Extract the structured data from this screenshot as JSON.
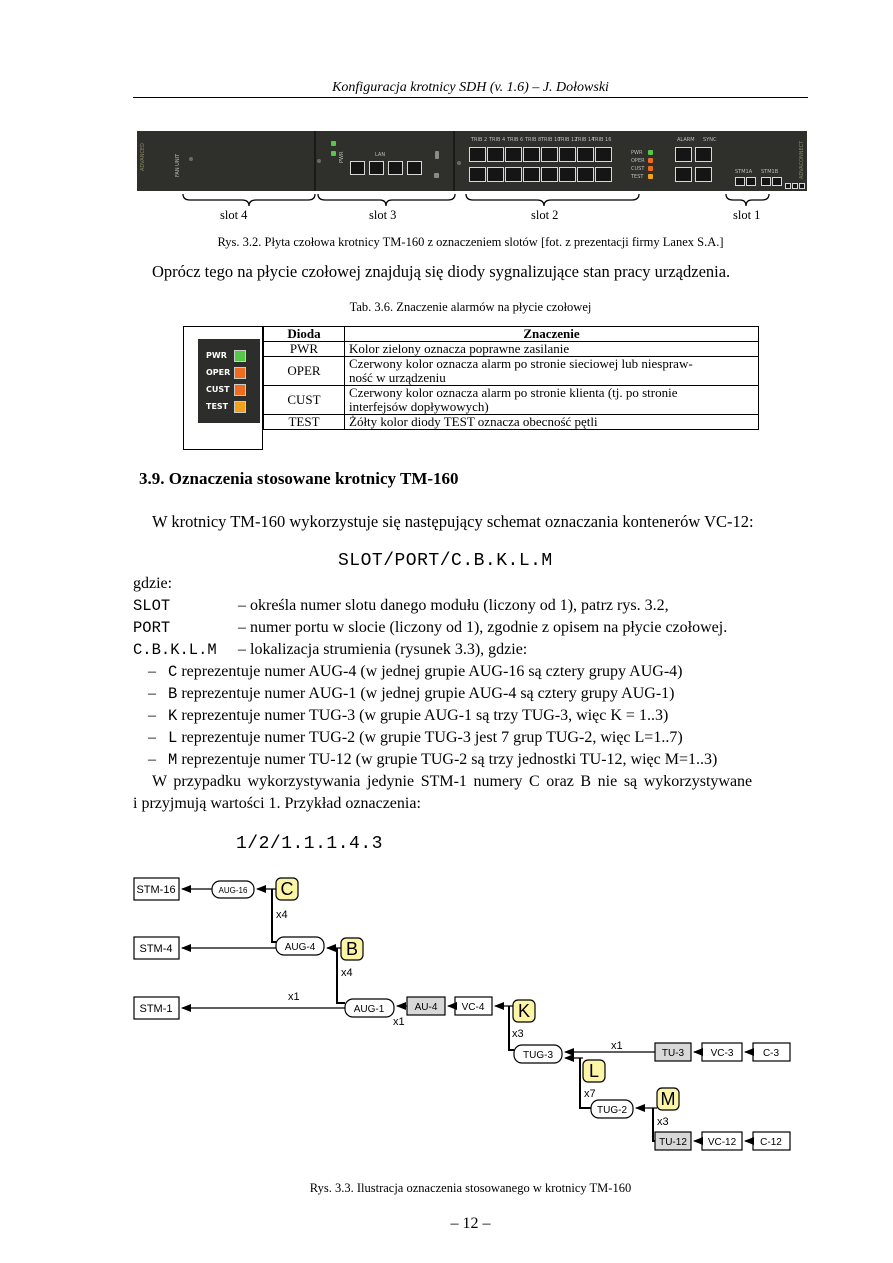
{
  "header": {
    "title": "Konfiguracja krotnicy SDH (v. 1.6) – J. Dołowski"
  },
  "figure32": {
    "panel_text": {
      "brand_left": "ADVANCED",
      "fan_unit": "FAN UNIT",
      "lan": "LAN",
      "leds_small": [
        "PWR",
        "OPER",
        "CUST",
        "TEST"
      ],
      "trib_labels": [
        "TRIB 2",
        "TRIB 4",
        "TRIB 6",
        "TRIB 8",
        "TRIB 10",
        "TRIB 12",
        "TRIB 14",
        "TRIB 16"
      ],
      "alarm": "ALARM",
      "sync": "SYNC",
      "stm_a": "STM1A",
      "stm_b": "STM1B",
      "brand_right": "ADVACONNECT"
    },
    "slots": [
      "slot 4",
      "slot 3",
      "slot 2",
      "slot 1"
    ],
    "caption": "Rys. 3.2. Płyta czołowa krotnicy TM-160 z oznaczeniem slotów [fot. z prezentacji firmy Lanex S.A.]"
  },
  "intro_paragraph": "Oprócz tego na płycie czołowej znajdują się diody sygnalizujące stan pracy urządzenia.",
  "table36": {
    "caption": "Tab. 3.6. Znaczenie alarmów na płycie czołowej",
    "led_labels": [
      "PWR",
      "OPER",
      "CUST",
      "TEST"
    ],
    "led_colors": [
      "#55c84a",
      "#f06a1f",
      "#f06a1f",
      "#f2a21a"
    ],
    "headers": [
      "Dioda",
      "Znaczenie"
    ],
    "rows": [
      {
        "dioda": "PWR",
        "znaczenie": [
          "Kolor zielony oznacza poprawne zasilanie"
        ]
      },
      {
        "dioda": "OPER",
        "znaczenie": [
          "Czerwony kolor oznacza alarm po stronie sieciowej lub niespraw-",
          "ność w urządzeniu"
        ]
      },
      {
        "dioda": "CUST",
        "znaczenie": [
          "Czerwony kolor oznacza alarm po stronie klienta (tj. po stronie",
          "interfejsów dopływowych)"
        ]
      },
      {
        "dioda": "TEST",
        "znaczenie": [
          "Żółty kolor diody TEST oznacza obecność pętli"
        ]
      }
    ]
  },
  "section": {
    "heading": "3.9. Oznaczenia stosowane krotnicy TM-160",
    "intro": "W krotnicy TM-160 wykorzystuje się następujący schemat oznaczania kontenerów VC-12:",
    "schema": "SLOT/PORT/C.B.K.L.M",
    "gdzie": "gdzie:",
    "defs": [
      {
        "term": "SLOT",
        "desc": "– określa numer slotu danego modułu (liczony od 1), patrz rys. 3.2,"
      },
      {
        "term": "PORT",
        "desc": "– numer portu w slocie (liczony od 1), zgodnie z opisem na płycie czołowej."
      },
      {
        "term": "C.B.K.L.M",
        "desc": "– lokalizacja strumienia (rysunek 3.3), gdzie:"
      }
    ],
    "items": [
      {
        "dash": "–",
        "code": "C",
        "text": " reprezentuje numer AUG-4 (w jednej grupie AUG-16 są cztery grupy AUG-4)"
      },
      {
        "dash": "–",
        "code": "B",
        "text": " reprezentuje numer AUG-1 (w jednej grupie AUG-4 są cztery grupy AUG-1)"
      },
      {
        "dash": "–",
        "code": "K",
        "text": " reprezentuje numer TUG-3 (w grupie AUG-1 są trzy TUG-3, więc K = 1..3)"
      },
      {
        "dash": "–",
        "code": "L",
        "text": " reprezentuje numer TUG-2 (w grupie TUG-3 jest 7 grup TUG-2, więc L=1..7)"
      },
      {
        "dash": "–",
        "code": "M",
        "text": " reprezentuje numer TU-12 (w grupie TUG-2 są trzy jednostki TU-12, więc M=1..3)"
      }
    ],
    "closing_line1": "W przypadku wykorzystywania jedynie STM-1 numery C oraz B nie są wykorzystywane",
    "closing_line2": "i przyjmują wartości 1. Przykład oznaczenia:",
    "example": "1/2/1.1.1.4.3"
  },
  "figure33": {
    "boxes": {
      "stm16": "STM-16",
      "stm4": "STM-4",
      "stm1": "STM-1",
      "aug16": "AUG-16",
      "aug4": "AUG-4",
      "aug1": "AUG-1",
      "au4": "AU-4",
      "vc4": "VC-4",
      "tug3": "TUG-3",
      "tug2": "TUG-2",
      "tu3": "TU-3",
      "vc3": "VC-3",
      "c3": "C-3",
      "tu12": "TU-12",
      "vc12": "VC-12",
      "c12": "C-12"
    },
    "letters": {
      "c": "C",
      "b": "B",
      "k": "K",
      "l": "L",
      "m": "M"
    },
    "multipliers": {
      "x4a": "x4",
      "x4b": "x4",
      "x1a": "x1",
      "x1b": "x1",
      "x3a": "x3",
      "x1c": "x1",
      "x7": "x7",
      "x3b": "x3"
    },
    "caption": "Rys. 3.3. Ilustracja oznaczenia stosowanego w krotnicy TM-160"
  },
  "page_number": "– 12 –"
}
